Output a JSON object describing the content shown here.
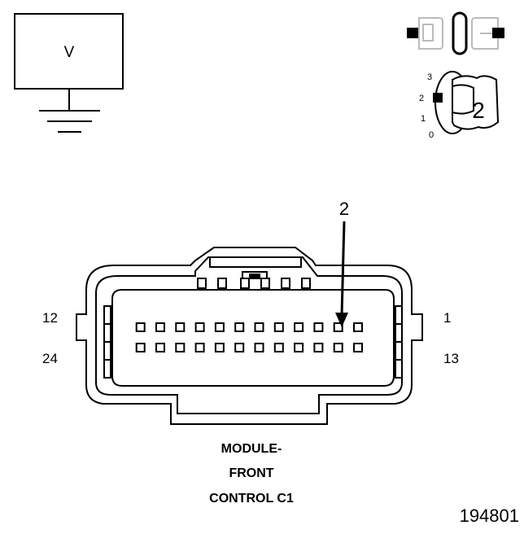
{
  "meter": {
    "symbol": "V"
  },
  "key_switch": {
    "positions": [
      "3",
      "2",
      "1",
      "0"
    ],
    "selected_label": "2"
  },
  "connector": {
    "callout_pin": "2",
    "end_labels": {
      "top_left": "12",
      "bottom_left": "24",
      "top_right": "1",
      "bottom_right": "13"
    },
    "pin_rows": 2,
    "pins_per_row": 12,
    "callout_target_pin": 2
  },
  "caption": {
    "line1": "MODULE-",
    "line2": "FRONT",
    "line3": "CONTROL C1"
  },
  "figure_number": "194801"
}
